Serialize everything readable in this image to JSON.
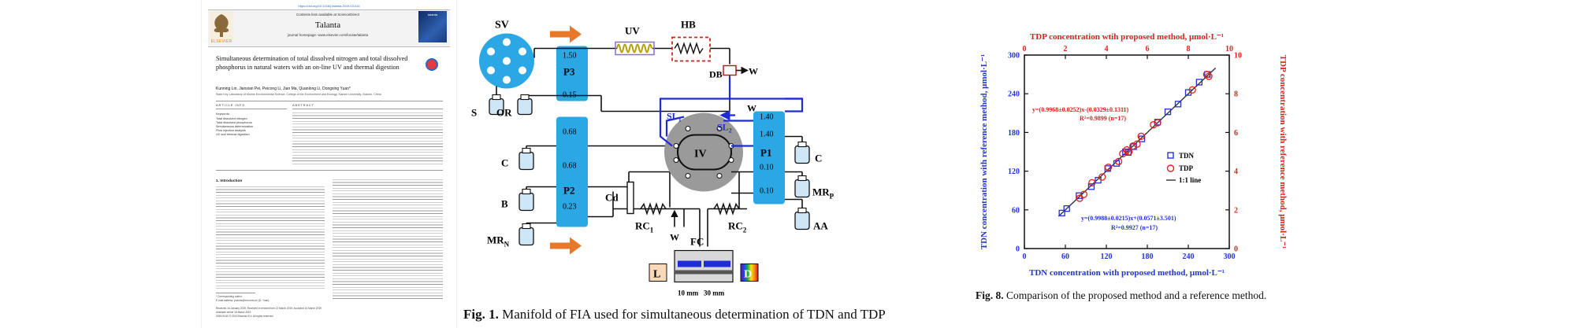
{
  "paper": {
    "doi": "https://doi.org/10.1016/j.talanta.2019.03.016",
    "contents_line": "Contents lists available at ScienceDirect",
    "journal": "Talanta",
    "homepage": "journal homepage: www.elsevier.com/locate/talanta",
    "publisher": "ELSEVIER",
    "cover_title": "talanta",
    "title": "Simultaneous determination of total dissolved nitrogen and total dissolved phosphorus in natural waters with an on-line UV and thermal digestion",
    "authors": "Kunning Lin, Jianxian Pei, Peicong Li, Jian Ma, Quanlong Li, Dongxing Yuan*",
    "affiliation": "State Key Laboratory of Marine Environmental Science, College of the Environment and Ecology, Xiamen University, Xiamen, China",
    "article_info_head": "ARTICLE INFO",
    "abstract_head": "ABSTRACT",
    "keywords_head": "Keywords:",
    "keywords": [
      "Total dissolved nitrogen",
      "Total dissolved phosphorus",
      "Simultaneous determination",
      "Flow injection analysis",
      "UV and thermal digestion"
    ],
    "intro_head": "1. Introduction",
    "corresponding": "* Corresponding author.",
    "email": "E-mail address: yuandx@xmu.edu.cn (D. Yuan).",
    "received": "Received 16 January 2019; Received in revised form 12 March 2019; Accepted 16 March 2019",
    "available": "Available online 18 March 2019",
    "copyright": "0039-9140/ © 2019 Elsevier B.V. All rights reserved."
  },
  "fig1": {
    "caption_prefix": "Fig. 1.",
    "caption_text": " Manifold of FIA used for simultaneous determination of TDN and TDP",
    "labels": {
      "sv": "SV",
      "uv": "UV",
      "hb": "HB",
      "db": "DB",
      "w": "W",
      "s": "S",
      "or": "OR",
      "c": "C",
      "b": "B",
      "mrn_main": "MR",
      "mrn_sub": "N",
      "cd": "Cd",
      "rc1_main": "RC",
      "rc1_sub": "1",
      "rc2_main": "RC",
      "rc2_sub": "2",
      "fc": "FC",
      "l": "L",
      "d": "D",
      "aa": "AA",
      "mrp_main": "MR",
      "mrp_sub": "P",
      "iv": "IV",
      "sl1_main": "SL",
      "sl1_sub": "1",
      "sl2_main": "SL",
      "sl2_sub": "2",
      "p1": "P1",
      "p2": "P2",
      "p3": "P3",
      "dim_10": "10 mm",
      "dim_30": "30 mm"
    },
    "p3_rates": [
      "1.50",
      "0.15"
    ],
    "p2_rates": [
      "0.68",
      "0.68",
      "0.23"
    ],
    "p1_rates": [
      "1.40",
      "1.40",
      "0.10",
      "0.10"
    ],
    "colors": {
      "pump": "#2aa7e4",
      "tube_blue": "#1f2bd6",
      "arrow_orange": "#e8782a",
      "hb_red": "#d62020"
    }
  },
  "chart_data": {
    "type": "scatter",
    "title": "TDP concentration wtih proposed method, μmol·L⁻¹",
    "xlabel": "TDN concentration with proposed method, μmol·L⁻¹",
    "ylabel": "TDN concentration with reference method, μmol·L⁻¹",
    "ylabel_right": "TDP concentration with reference method, μmol·L⁻¹",
    "xlim": [
      0,
      300
    ],
    "ylim": [
      0,
      300
    ],
    "x2lim": [
      0,
      10
    ],
    "y2lim": [
      0,
      10
    ],
    "x_ticks": [
      0,
      60,
      120,
      180,
      240,
      300
    ],
    "y_ticks": [
      0,
      60,
      120,
      180,
      240,
      300
    ],
    "x2_ticks": [
      0,
      2,
      4,
      6,
      8,
      10
    ],
    "y2_ticks": [
      0,
      2,
      4,
      6,
      8,
      10
    ],
    "legend_position": "right",
    "legend": [
      "TDN",
      "TDP",
      "1:1 line"
    ],
    "annotations": {
      "tdp_eq": "y=(0.9968±0.0252)x-(0.0329±0.1311)",
      "tdp_r2": "R²=0.9899 (n=17)",
      "tdn_eq": "y=(0.9988±0.0215)x+(0.0571±3.501)",
      "tdn_r2": "R²=0.9927 (n=17)"
    },
    "series": [
      {
        "name": "TDN",
        "marker": "square",
        "color": "#2233dd",
        "points": [
          [
            55,
            55
          ],
          [
            62,
            62
          ],
          [
            80,
            82
          ],
          [
            98,
            96
          ],
          [
            108,
            106
          ],
          [
            122,
            124
          ],
          [
            135,
            132
          ],
          [
            148,
            150
          ],
          [
            152,
            149
          ],
          [
            160,
            158
          ],
          [
            172,
            170
          ],
          [
            195,
            196
          ],
          [
            210,
            212
          ],
          [
            225,
            224
          ],
          [
            240,
            242
          ],
          [
            256,
            258
          ],
          [
            268,
            270
          ]
        ]
      },
      {
        "name": "TDP",
        "marker": "circle",
        "color": "#e02020",
        "axis": "secondary",
        "points": [
          [
            2.7,
            2.6
          ],
          [
            2.9,
            2.8
          ],
          [
            3.3,
            3.4
          ],
          [
            3.8,
            3.7
          ],
          [
            4.1,
            4.2
          ],
          [
            4.6,
            4.5
          ],
          [
            4.8,
            4.9
          ],
          [
            5.0,
            5.1
          ],
          [
            5.1,
            5.0
          ],
          [
            5.3,
            5.3
          ],
          [
            5.5,
            5.4
          ],
          [
            5.7,
            5.8
          ],
          [
            6.3,
            6.4
          ],
          [
            6.5,
            6.5
          ],
          [
            8.2,
            8.2
          ],
          [
            8.9,
            9.0
          ],
          [
            9.0,
            8.9
          ]
        ]
      }
    ],
    "line": {
      "name": "1:1 line",
      "color": "#333333"
    },
    "caption_prefix": "Fig. 8.",
    "caption_text": " Comparison of the proposed method and a reference method."
  }
}
